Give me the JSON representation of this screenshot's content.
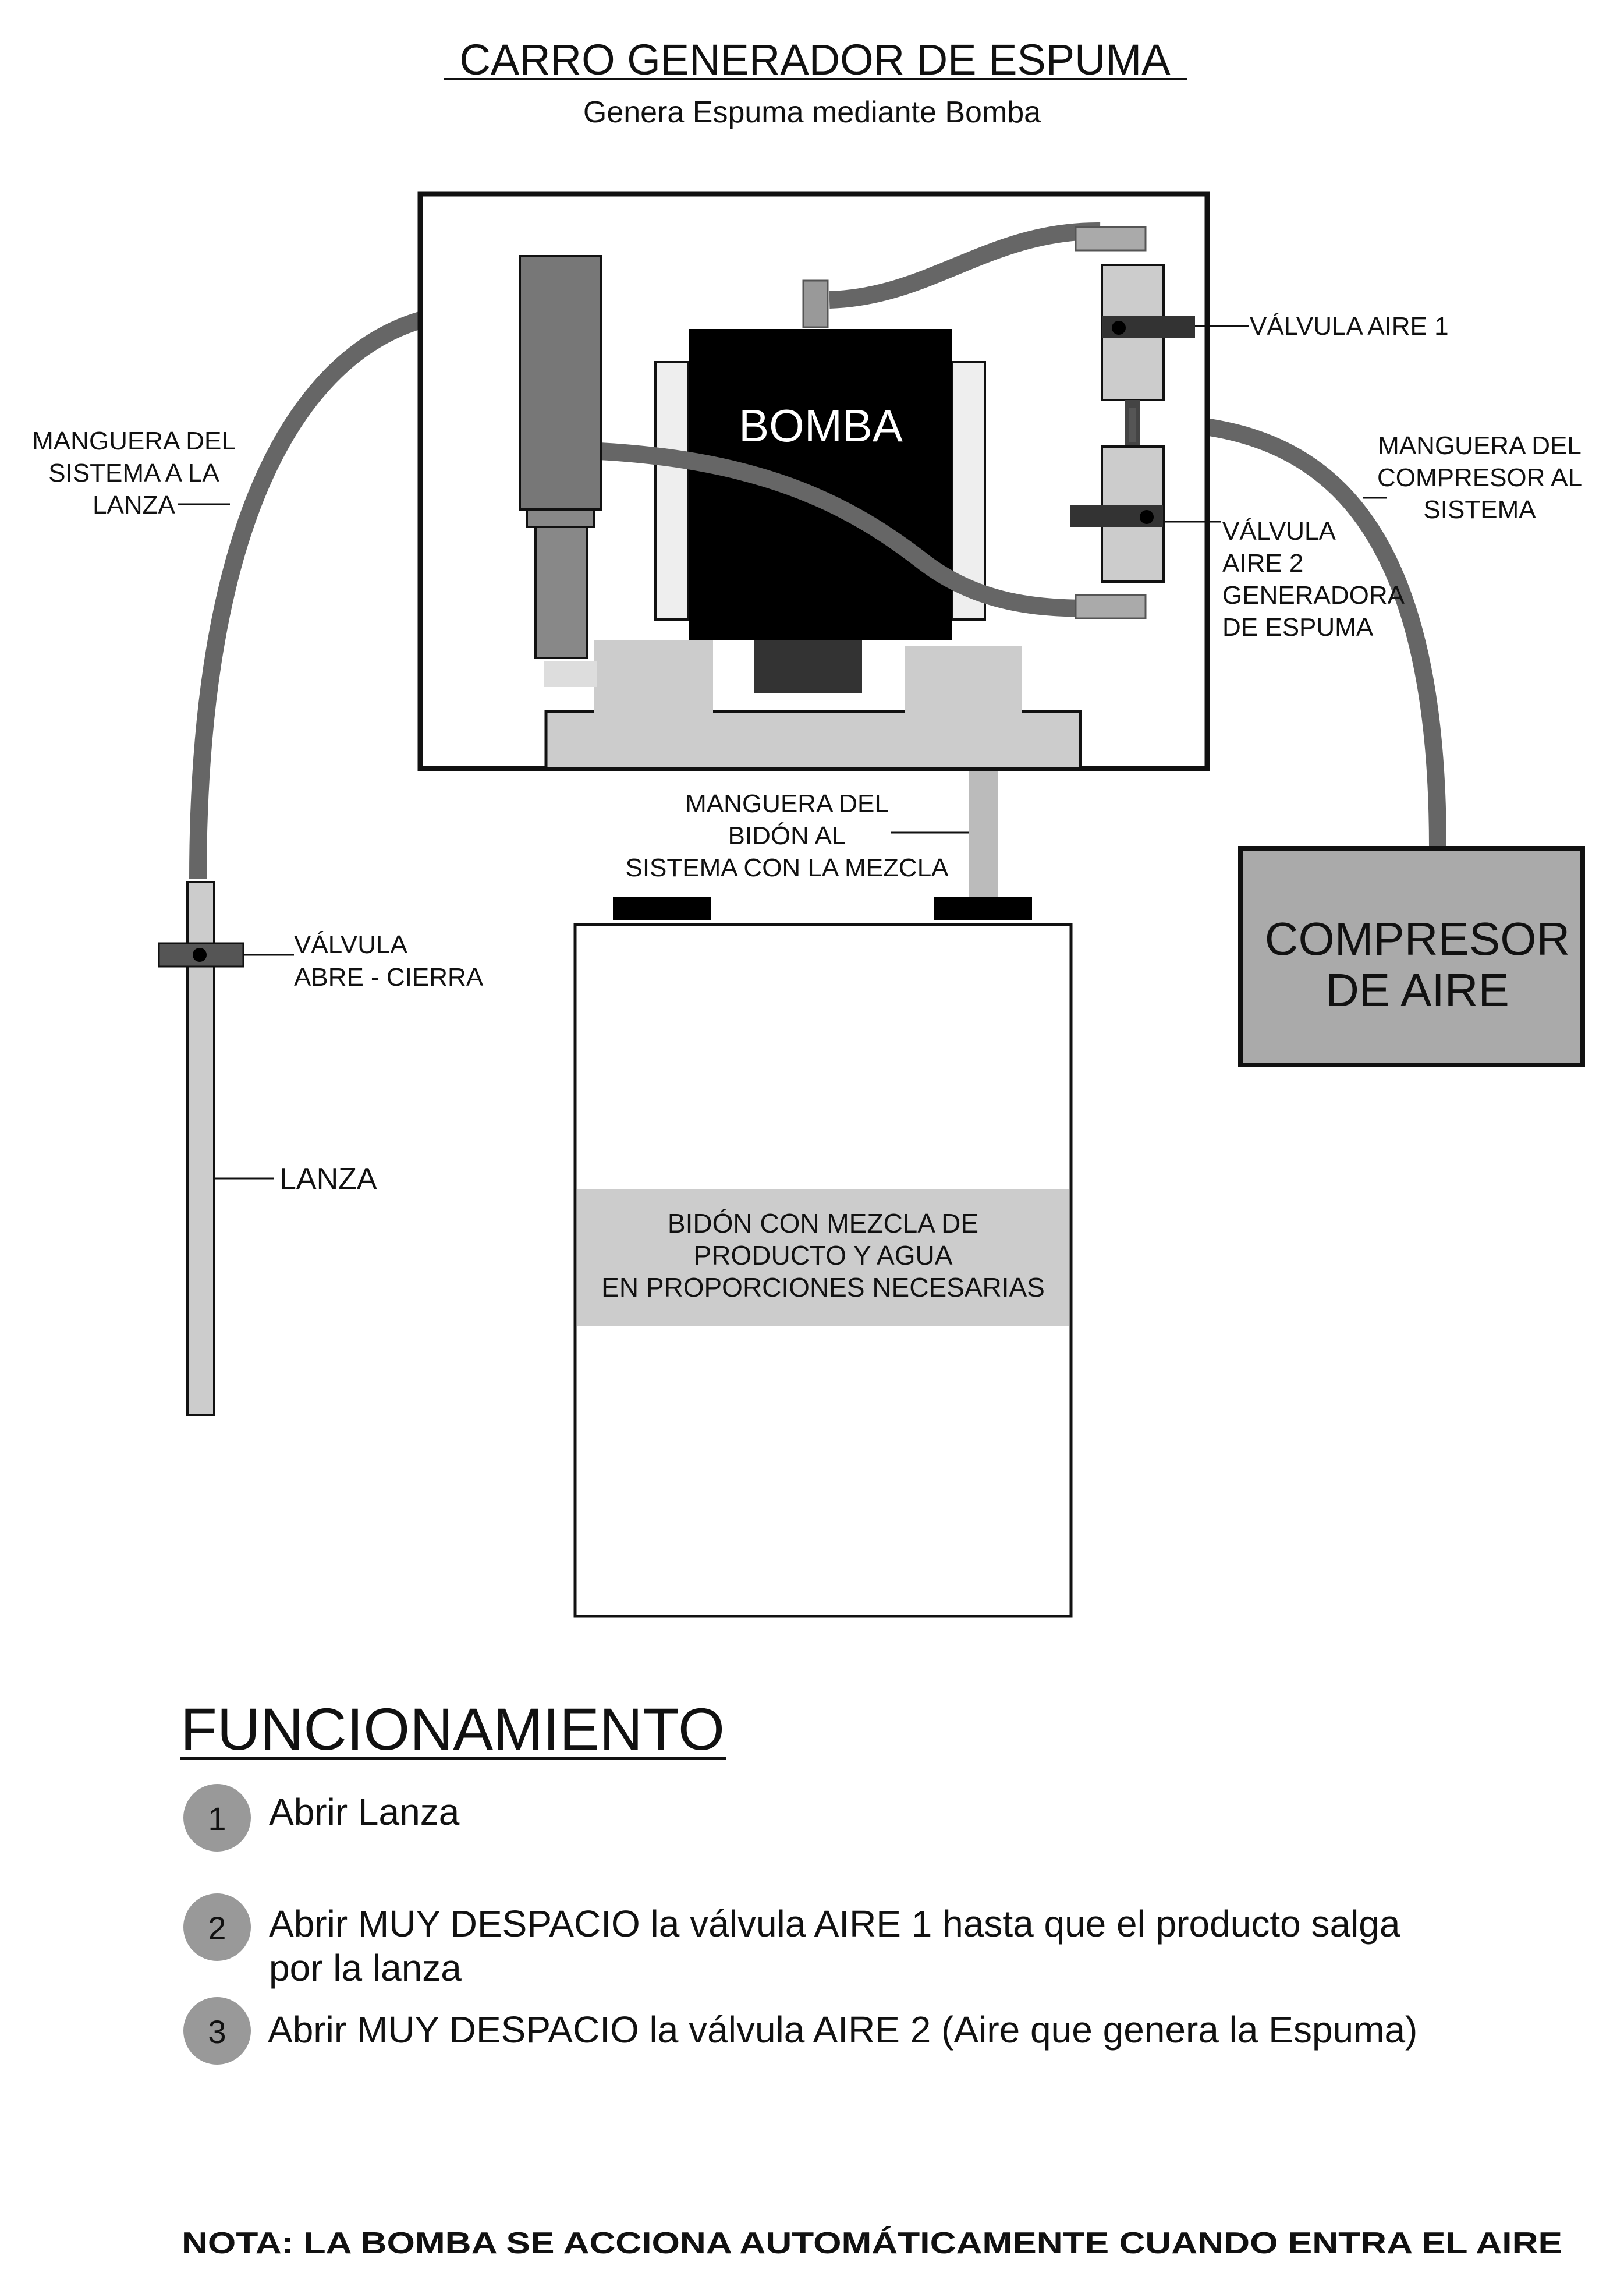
{
  "title": "CARRO GENERADOR DE ESPUMA",
  "subtitle": "Genera Espuma mediante Bomba",
  "components": {
    "bomba": "BOMBA",
    "compresor": [
      "COMPRESOR",
      "DE AIRE"
    ],
    "drum_label": [
      "BIDÓN CON MEZCLA DE",
      "PRODUCTO Y AGUA",
      "EN PROPORCIONES NECESARIAS"
    ]
  },
  "labels": {
    "valvula_aire1": "VÁLVULA  AIRE 1",
    "valvula_aire2": [
      "VÁLVULA",
      "AIRE 2",
      "GENERADORA",
      "DE ESPUMA"
    ],
    "manguera_lanza": [
      "MANGUERA DEL",
      "SISTEMA A LA",
      "LANZA"
    ],
    "manguera_compresor": [
      "MANGUERA DEL",
      "COMPRESOR AL",
      "SISTEMA"
    ],
    "manguera_bidon": [
      "MANGUERA DEL",
      "BIDÓN AL",
      "SISTEMA CON LA MEZCLA"
    ],
    "valvula_lanza": [
      "VÁLVULA",
      "ABRE - CIERRA"
    ],
    "lanza": "LANZA"
  },
  "funcionamiento": {
    "heading": "FUNCIONAMIENTO",
    "steps": [
      {
        "num": "1",
        "lines": [
          "Abrir Lanza"
        ]
      },
      {
        "num": "2",
        "lines": [
          "Abrir MUY DESPACIO la válvula AIRE 1 hasta que el producto salga",
          "por la lanza"
        ]
      },
      {
        "num": "3",
        "lines": [
          "Abrir MUY DESPACIO la válvula AIRE 2  (Aire que genera la Espuma)"
        ]
      }
    ]
  },
  "nota": "NOTA: LA BOMBA SE ACCIONA AUTOMÁTICAMENTE CUANDO ENTRA EL AIRE"
}
